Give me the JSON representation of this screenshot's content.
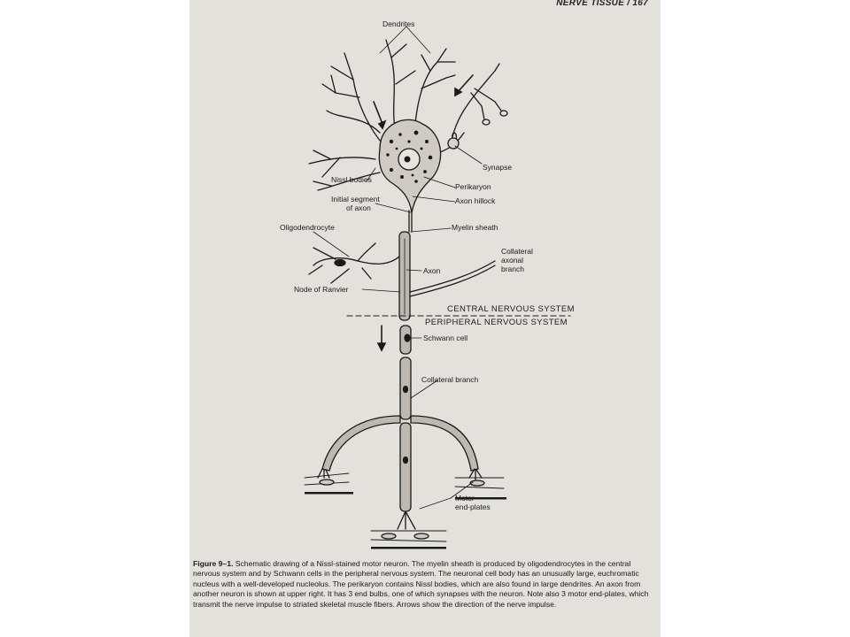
{
  "running_head": "NERVE TISSUE / 167",
  "labels": {
    "dendrites": "Dendrites",
    "synapse": "Synapse",
    "nissl_bodies": "Nissl bodies",
    "perikaryon": "Perikaryon",
    "initial_segment_line1": "Initial segment",
    "initial_segment_line2": "of axon",
    "axon_hillock": "Axon hillock",
    "oligodendrocyte": "Oligodendrocyte",
    "myelin_sheath": "Myelin sheath",
    "collateral_axonal_line1": "Collateral",
    "collateral_axonal_line2": "axonal",
    "collateral_axonal_line3": "branch",
    "axon": "Axon",
    "node_of_ranvier": "Node of Ranvier",
    "cns": "CENTRAL NERVOUS SYSTEM",
    "pns": "PERIPHERAL NERVOUS SYSTEM",
    "schwann_cell": "Schwann cell",
    "collateral_branch": "Collateral branch",
    "motor_endplates_line1": "Motor",
    "motor_endplates_line2": "end-plates"
  },
  "caption": {
    "figure_number": "Figure 9–1.",
    "text": " Schematic drawing of a Nissl-stained motor neuron. The myelin sheath is produced by oligodendrocytes in the central nervous system and by Schwann cells in the peripheral nervous system. The neuronal cell body has an unusually large, euchromatic nucleus with a well-developed nucleolus. The perikaryon contains Nissl bodies, which are also found in large dendrites. An axon from another neuron is shown at upper right. It has 3 end bulbs, one of which synapses with the neuron. Note also 3 motor end-plates, which transmit the nerve impulse to striated skeletal muscle fibers. Arrows show the direction of the nerve impulse."
  }
}
